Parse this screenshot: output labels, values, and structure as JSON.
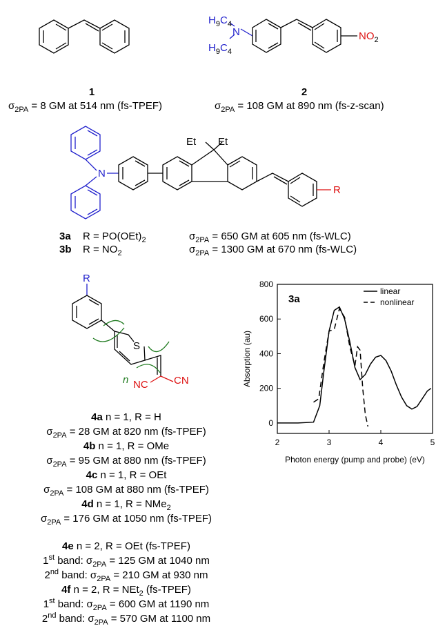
{
  "compounds": {
    "c1": {
      "id": "1",
      "sigma": "σ",
      "sub": "2PA",
      "rest": " = 8 GM at 514 nm (fs-TPEF)"
    },
    "c2": {
      "id": "2",
      "sigma": "σ",
      "sub": "2PA",
      "rest": " = 108 GM at 890 nm (fs-z-scan)",
      "sub_a": "H",
      "sub_a_n": "9",
      "sub_b": "C",
      "sub_b_n": "4",
      "n": "N",
      "no2": "NO",
      "no2_n": "2"
    },
    "c3": {
      "et1": "Et",
      "et2": "Et",
      "n": "N",
      "r": "R",
      "a_id": "3a",
      "a_r": "R = PO(OEt)",
      "a_r_n": "2",
      "b_id": "3b",
      "b_r": "R = NO",
      "b_r_n": "2",
      "a_sigma": "σ",
      "a_sub": "2PA",
      "a_rest": " = 650 GM at 605 nm (fs-WLC)",
      "b_sigma": "σ",
      "b_sub": "2PA",
      "b_rest": " = 1300 GM at 670 nm (fs-WLC)"
    },
    "c4": {
      "r": "R",
      "s": "S",
      "n_label": "n",
      "cn1": "NC",
      "cn2": "CN",
      "lines": [
        {
          "id": "4a",
          "desc": "  n = 1, R = H",
          "sigma": "σ",
          "sub": "2PA",
          "rest": " = 28 GM at 820 nm (fs-TPEF)"
        },
        {
          "id": "4b",
          "desc": "  n = 1, R = OMe",
          "sigma": "σ",
          "sub": "2PA",
          "rest": " = 95 GM at 880 nm (fs-TPEF)"
        },
        {
          "id": "4c",
          "desc": "  n = 1, R = OEt",
          "sigma": "σ",
          "sub": "2PA",
          "rest": " = 108 GM at 880 nm (fs-TPEF)"
        },
        {
          "id": "4d",
          "desc": "  n = 1, R = NMe",
          "desc_n": "2",
          "sigma": "σ",
          "sub": "2PA",
          "rest": " = 176 GM at 1050 nm (fs-TPEF)"
        }
      ],
      "e": {
        "id": "4e",
        "desc": " n = 2, R = OEt (fs-TPEF)",
        "b1_pre": "1",
        "b1_sup": "st",
        "b1_mid": " band: σ",
        "b1_sub": "2PA",
        "b1_rest": " = 125 GM at 1040 nm",
        "b2_pre": "2",
        "b2_sup": "nd",
        "b2_mid": " band: σ",
        "b2_sub": "2PA",
        "b2_rest": " = 210 GM at 930 nm"
      },
      "f": {
        "id": "4f",
        "desc": "   n = 2, R = NEt",
        "desc_n": "2",
        "desc_end": " (fs-TPEF)",
        "b1_pre": "1",
        "b1_sup": "st",
        "b1_mid": " band: σ",
        "b1_sub": "2PA",
        "b1_rest": " = 600 GM at 1190 nm",
        "b2_pre": "2",
        "b2_sup": "nd",
        "b2_mid": " band: σ",
        "b2_sub": "2PA",
        "b2_rest": " = 570 GM at 1100 nm"
      }
    }
  },
  "colors": {
    "blue": "#1f1fcc",
    "red": "#dd1111",
    "green": "#1f7a1f"
  },
  "chart_data": {
    "type": "line",
    "title": "3a",
    "xlabel": "Photon energy (pump and probe) (eV)",
    "ylabel": "Absorption (au)",
    "xlim": [
      2,
      5
    ],
    "ylim": [
      -60,
      800
    ],
    "xticks": [
      2,
      3,
      4,
      5
    ],
    "yticks": [
      0,
      200,
      400,
      600,
      800
    ],
    "legend_position": "top-right",
    "series": [
      {
        "name": "linear",
        "style": "solid",
        "x": [
          2.0,
          2.4,
          2.7,
          2.82,
          2.9,
          3.0,
          3.1,
          3.2,
          3.3,
          3.4,
          3.5,
          3.6,
          3.7,
          3.8,
          3.9,
          4.0,
          4.1,
          4.2,
          4.3,
          4.4,
          4.5,
          4.6,
          4.7,
          4.8,
          4.9,
          4.97
        ],
        "y": [
          0,
          0,
          5,
          100,
          300,
          530,
          650,
          670,
          600,
          470,
          320,
          250,
          280,
          340,
          380,
          390,
          360,
          300,
          220,
          150,
          100,
          80,
          95,
          140,
          185,
          200
        ]
      },
      {
        "name": "nonlinear",
        "style": "dashed",
        "x": [
          2.7,
          2.75,
          2.8,
          2.9,
          3.0,
          3.1,
          3.2,
          3.3,
          3.4,
          3.5,
          3.55,
          3.6,
          3.65,
          3.7,
          3.75
        ],
        "y": [
          120,
          130,
          140,
          350,
          530,
          540,
          660,
          610,
          440,
          330,
          440,
          420,
          200,
          50,
          -20
        ]
      }
    ]
  }
}
